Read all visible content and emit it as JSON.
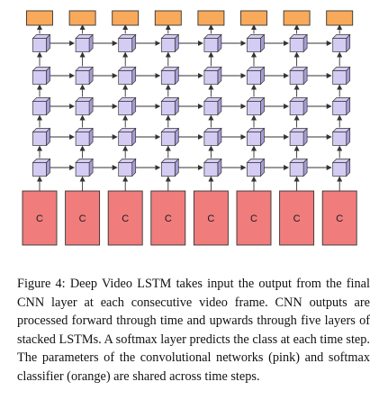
{
  "diagram": {
    "cnn_label": "C",
    "colors": {
      "softmax": "#f8a95a",
      "lstm": "#d4ccf2",
      "lstm_side": "#a89cd6",
      "cnn": "#f07c7c",
      "stroke": "#333333"
    },
    "time_steps": 8,
    "lstm_layers": 5
  },
  "caption": {
    "label": "Figure 4:",
    "text": "Deep Video LSTM takes input the output from the final CNN layer at each consecutive video frame. CNN outputs are processed forward through time and upwards through five layers of stacked LSTMs. A softmax layer predicts the class at each time step. The parameters of the convolutional networks (pink) and softmax classifier (orange) are shared across time steps."
  }
}
